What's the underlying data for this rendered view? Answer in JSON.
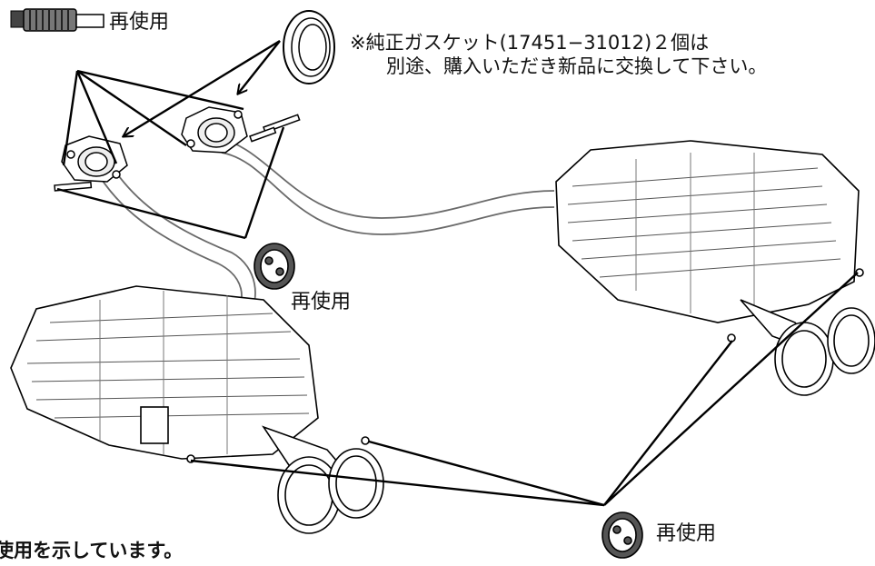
{
  "labels": {
    "reuse_bolt": "再使用",
    "reuse_hanger_mid": "再使用",
    "reuse_hanger_bottom": "再使用"
  },
  "note": {
    "line1": "※純正ガスケット(17451−31012)２個は",
    "line2": "別途、購入いただき新品に交換して下さい。"
  },
  "legend_partial": "使用を示しています。",
  "colors": {
    "line": "#000000",
    "pipe": "#6a6a6a",
    "body": "#ffffff"
  }
}
